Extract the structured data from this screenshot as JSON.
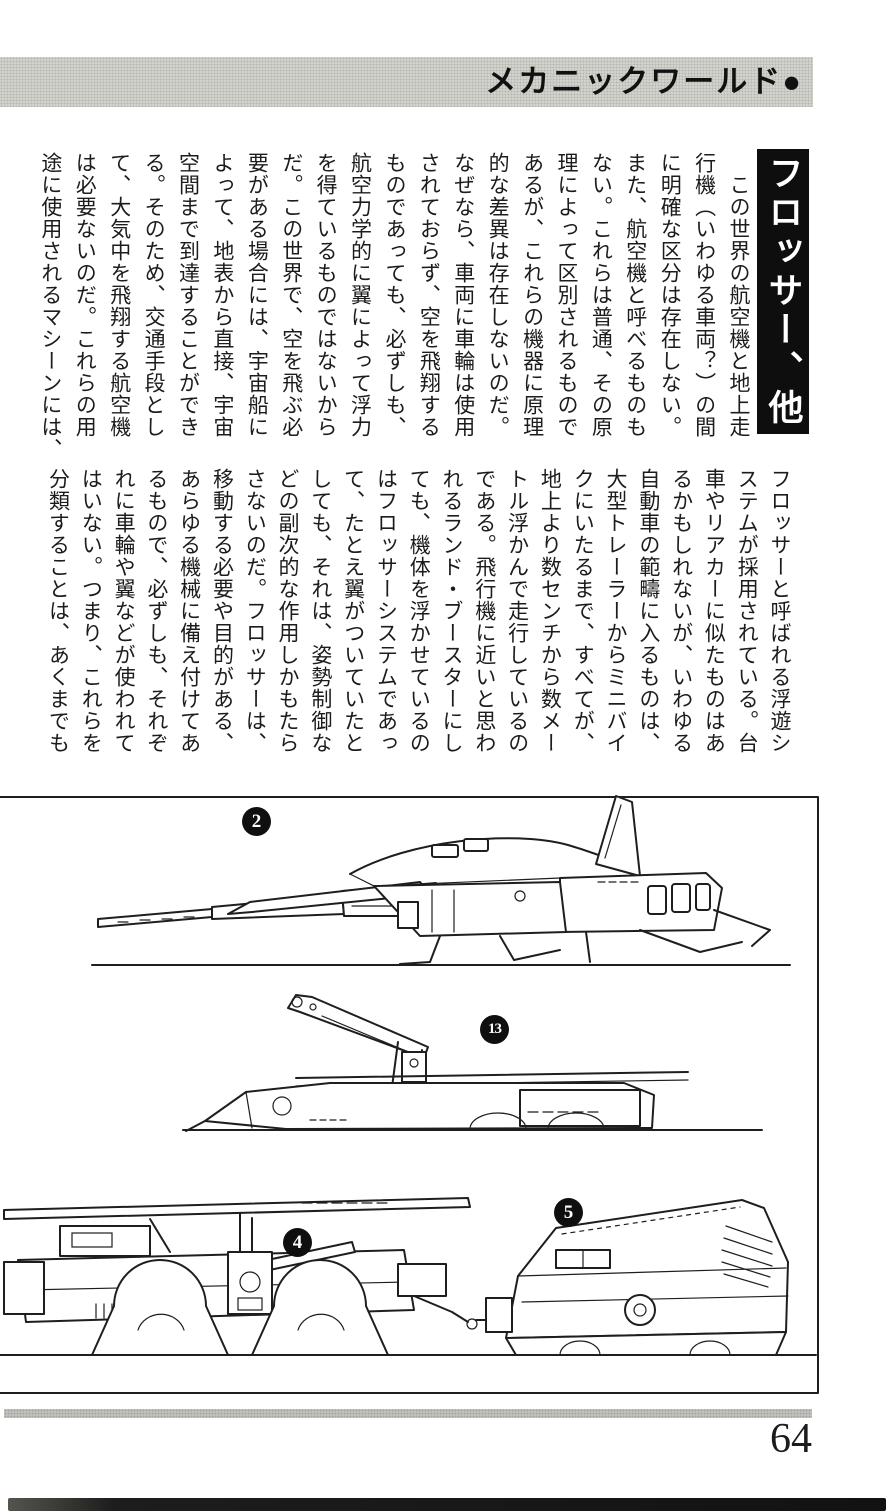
{
  "header": {
    "title": "メカニックワールド●"
  },
  "article": {
    "title": "フロッサー、他",
    "paragraph1_columns": [
      "　この世界の航空機と地上走",
      "行機（いわゆる車両？）の間",
      "に明確な区分は存在しない。",
      "また、航空機と呼べるものも",
      "ない。これらは普通、その原",
      "理によって区別されるもので",
      "あるが、これらの機器に原理",
      "的な差異は存在しないのだ。",
      "なぜなら、車両に車輪は使用",
      "されておらず、空を飛翔する",
      "ものであっても、必ずしも、",
      "航空力学的に翼によって浮力",
      "を得ているものではないから",
      "だ。この世界で、空を飛ぶ必",
      "要がある場合には、宇宙船に",
      "よって、地表から直接、宇宙",
      "空間まで到達することができ",
      "る。そのため、交通手段とし",
      "て、大気中を飛翔する航空機",
      "は必要ないのだ。これらの用",
      "途に使用されるマシーンには、"
    ],
    "paragraph2_columns": [
      "フロッサーと呼ばれる浮遊シ",
      "ステムが採用されている。台",
      "車やリアカーに似たものはあ",
      "るかもしれないが、いわゆる",
      "自動車の範疇に入るものは、",
      "大型トレーラーからミニバイ",
      "クにいたるまで、すべてが、",
      "地上より数センチから数メー",
      "トル浮かんで走行しているの",
      "である。飛行機に近いと思わ",
      "れるランド・ブースターにし",
      "ても、機体を浮かせているの",
      "はフロッサーシステムであっ",
      "て、たとえ翼がついていたと",
      "しても、それは、姿勢制御な",
      "どの副次的な作用しかもたら",
      "さないのだ。フロッサーは、",
      "移動する必要や目的がある、",
      "あらゆる機械に備え付けてあ",
      "るもので、必ずしも、それぞ",
      "れに車輪や翼などが使われて",
      "はいない。つまり、これらを",
      "分類することは、あくまでも"
    ]
  },
  "figures": {
    "labels": {
      "fig2": "2",
      "fig13": "13",
      "fig4": "4",
      "fig5": "5"
    }
  },
  "footer": {
    "page_number": "64"
  },
  "colors": {
    "ink": "#1e1e1e",
    "band_gray": "#d3d3ce",
    "title_box_bg": "#0e0e0e"
  }
}
